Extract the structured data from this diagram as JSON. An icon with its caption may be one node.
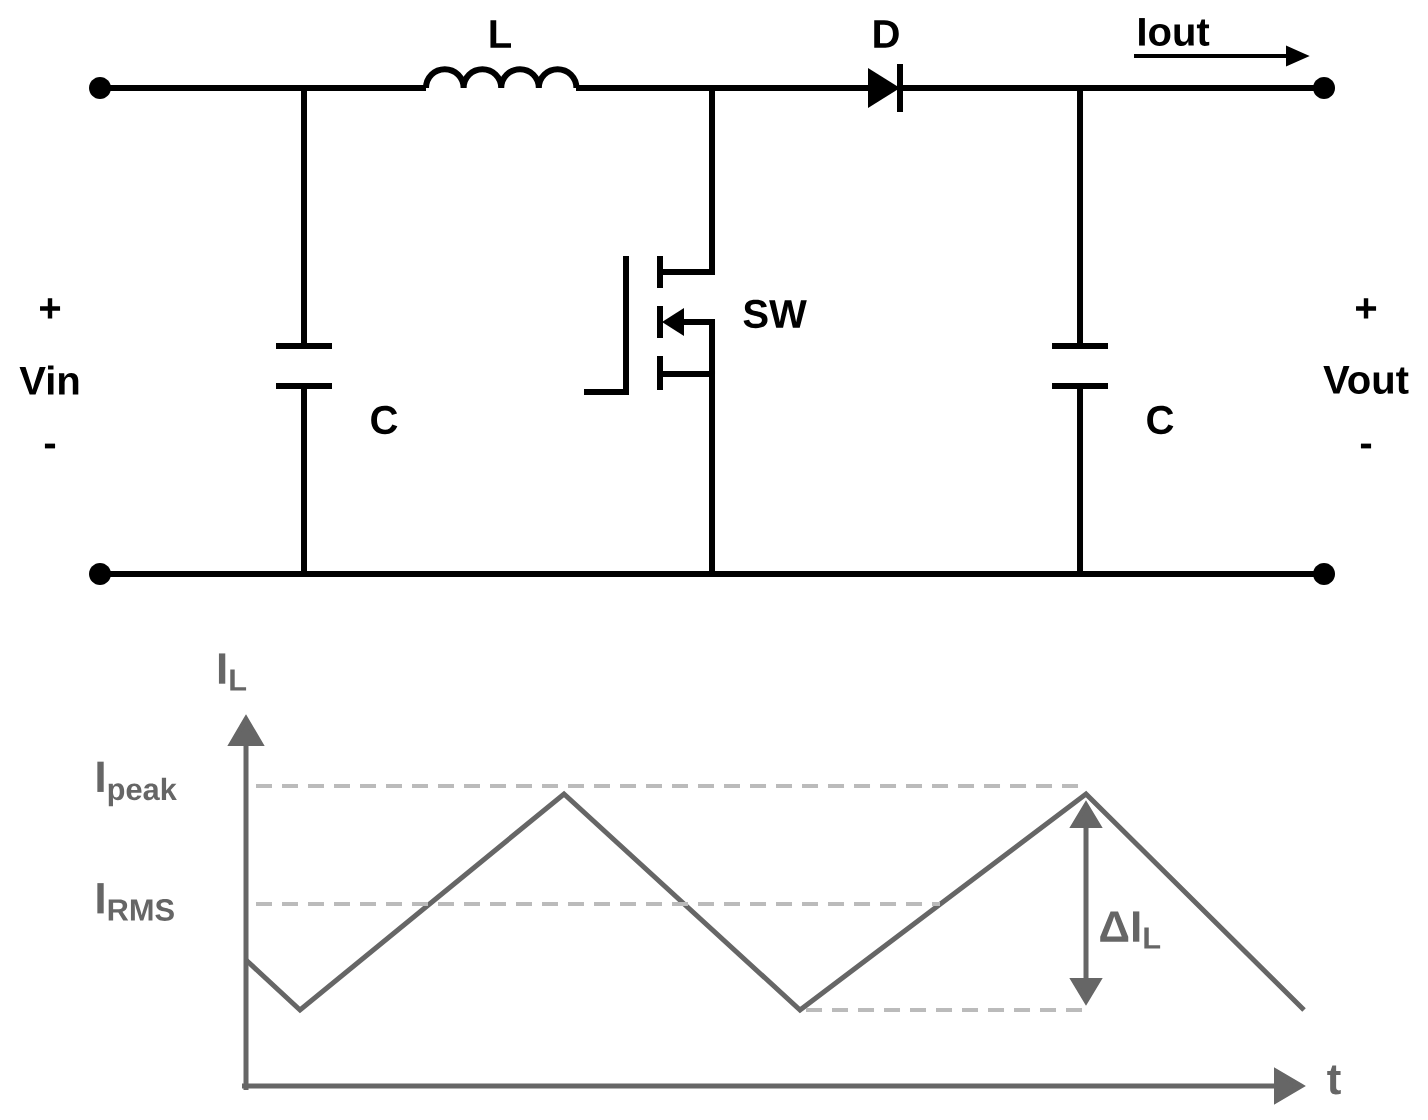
{
  "diagram": {
    "labels": [
      "L",
      "D",
      "Iout",
      "+",
      "SW",
      "+",
      "Vin",
      "Vout",
      "C",
      "C",
      "-",
      "-",
      "I$_{L}$",
      "I$_{peak}$",
      "I$_{RMS}$",
      "ΔI$_{L}$",
      "t"
    ]
  }
}
